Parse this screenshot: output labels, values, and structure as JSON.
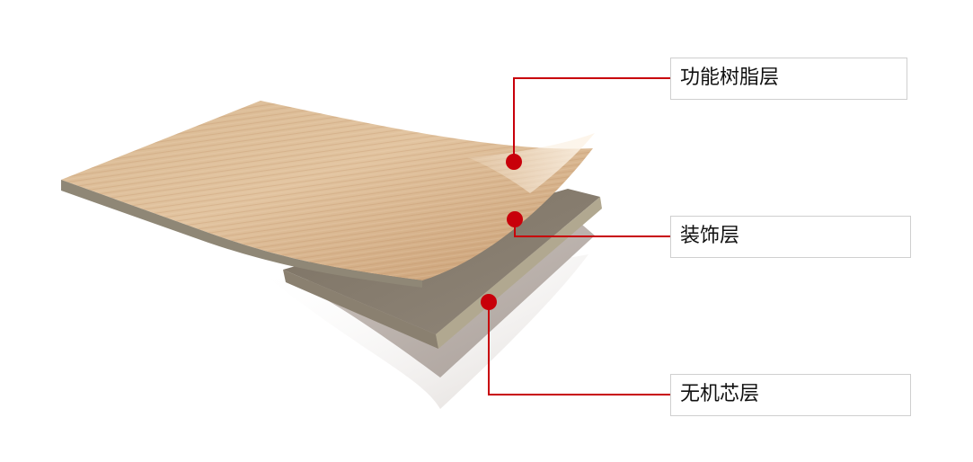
{
  "diagram": {
    "layers": [
      {
        "id": "resin",
        "label": "功能树脂层"
      },
      {
        "id": "decor",
        "label": "装饰层"
      },
      {
        "id": "core",
        "label": "无机芯层"
      }
    ],
    "colors": {
      "leader": "#c8000a",
      "wood_light": "#e6c9a6",
      "wood_mid": "#d2ab80",
      "wood_dark": "#b98a5e",
      "core_top": "#847a6b",
      "core_edge": "#b1a890",
      "backing": "#b9b0aa",
      "label_border": "#cfcfcf"
    }
  }
}
